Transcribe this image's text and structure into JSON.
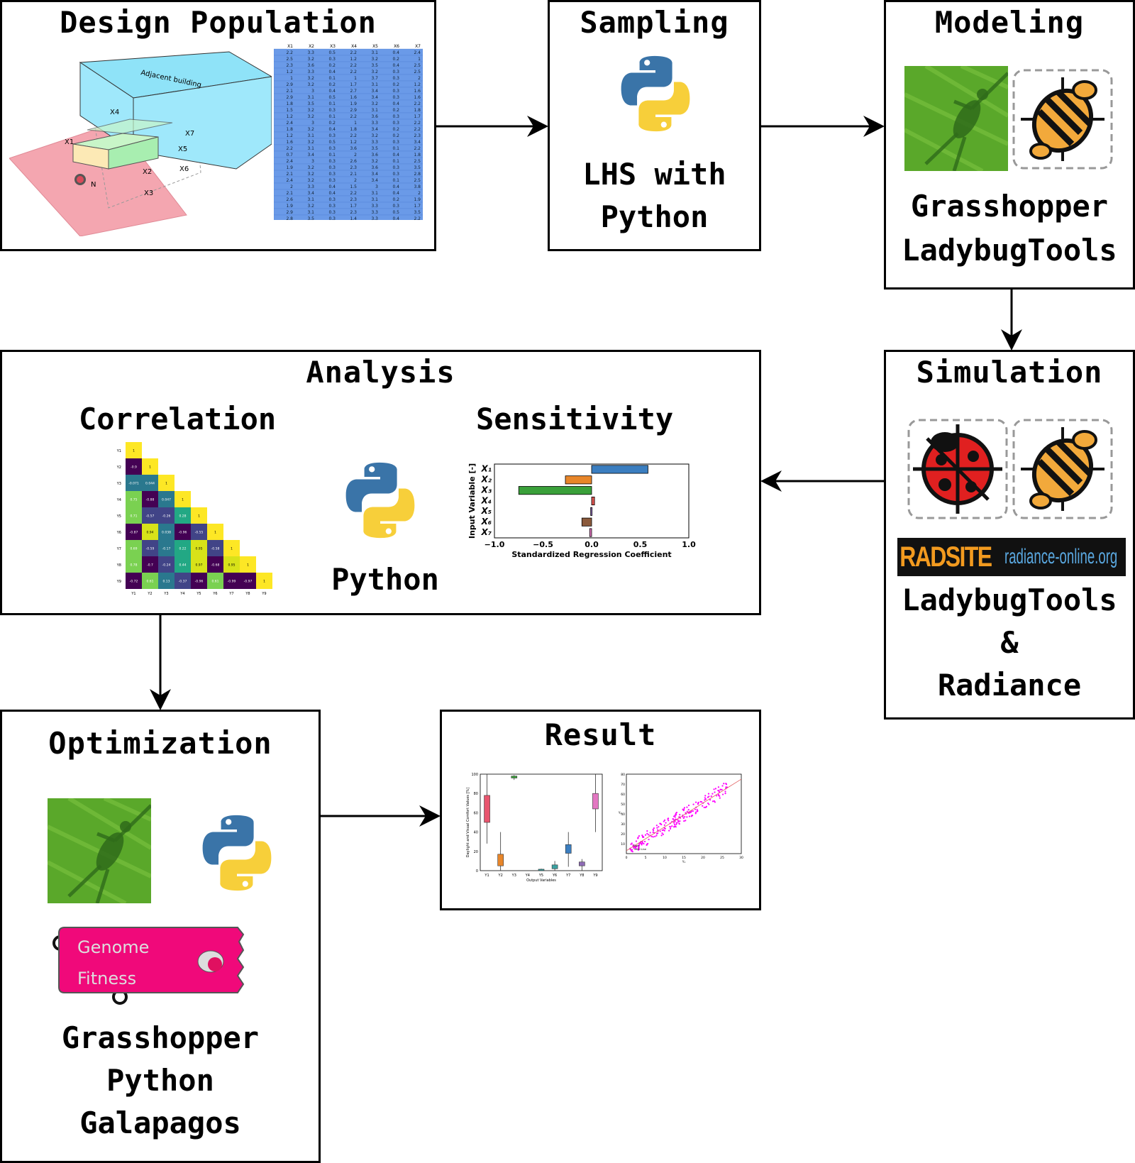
{
  "boxes": {
    "design": {
      "title": "Design Population",
      "building_label": "Adjacent building",
      "var_labels": [
        "X1",
        "X2",
        "X3",
        "X4",
        "X5",
        "X6",
        "X7"
      ],
      "north_label": "N"
    },
    "sampling": {
      "title": "Sampling",
      "line1": "LHS with",
      "line2": "Python"
    },
    "modeling": {
      "title": "Modeling",
      "line1": "Grasshopper",
      "line2": "LadybugTools"
    },
    "simulation": {
      "title": "Simulation",
      "radsite_left": "RADSITE",
      "radsite_right": "radiance-online.org",
      "line1": "LadybugTools",
      "line2": "&",
      "line3": "Radiance"
    },
    "analysis": {
      "title": "Analysis",
      "correlation_title": "Correlation",
      "sensitivity_title": "Sensitivity",
      "python_label": "Python"
    },
    "optimization": {
      "title": "Optimization",
      "genome_label": "Genome",
      "fitness_label": "Fitness",
      "line1": "Grasshopper",
      "line2": "Python",
      "line3": "Galapagos"
    },
    "result": {
      "title": "Result"
    }
  },
  "sample_table": {
    "headers": [
      "X1",
      "X2",
      "X3",
      "X4",
      "X5",
      "X6",
      "X7"
    ],
    "rows": [
      [
        "2.2",
        "3.3",
        "0.5",
        "2.2",
        "3.1",
        "0.4",
        "2.4"
      ],
      [
        "2.5",
        "3.2",
        "0.3",
        "1.2",
        "3.2",
        "0.2",
        "1"
      ],
      [
        "2.3",
        "3.6",
        "0.2",
        "2.2",
        "3.5",
        "0.4",
        "2.5"
      ],
      [
        "1.2",
        "3.3",
        "0.4",
        "2.2",
        "3.2",
        "0.3",
        "2.5"
      ],
      [
        "1",
        "3.2",
        "0.1",
        "1",
        "3.7",
        "0.3",
        "2"
      ],
      [
        "2.9",
        "3.2",
        "0.2",
        "1.7",
        "3.1",
        "0.2",
        "1.2"
      ],
      [
        "2.1",
        "3",
        "0.4",
        "2.7",
        "3.4",
        "0.3",
        "1.6"
      ],
      [
        "2.9",
        "3.1",
        "0.5",
        "1.6",
        "3.4",
        "0.3",
        "1.6"
      ],
      [
        "1.8",
        "3.5",
        "0.1",
        "1.9",
        "3.2",
        "0.4",
        "2.2"
      ],
      [
        "1.5",
        "3.2",
        "0.3",
        "2.9",
        "3.1",
        "0.2",
        "1.8"
      ],
      [
        "1.2",
        "3.2",
        "0.1",
        "2.2",
        "3.6",
        "0.3",
        "1.7"
      ],
      [
        "2.4",
        "3",
        "0.2",
        "1",
        "3.3",
        "0.3",
        "2.2"
      ],
      [
        "1.8",
        "3.2",
        "0.4",
        "1.8",
        "3.4",
        "0.2",
        "2.2"
      ],
      [
        "1.2",
        "3.1",
        "0.3",
        "2.2",
        "3.2",
        "0.2",
        "2.3"
      ],
      [
        "1.6",
        "3.2",
        "0.5",
        "1.2",
        "3.3",
        "0.3",
        "3.4"
      ],
      [
        "2.2",
        "3.1",
        "0.3",
        "3.6",
        "3.5",
        "0.1",
        "2.2"
      ],
      [
        "0.7",
        "3.4",
        "0.1",
        "2",
        "3.6",
        "0.4",
        "1.8"
      ],
      [
        "2.4",
        "3",
        "0.3",
        "2.6",
        "3.2",
        "0.1",
        "2.5"
      ],
      [
        "1.9",
        "3.2",
        "0.3",
        "2.3",
        "3.6",
        "0.3",
        "3.5"
      ],
      [
        "2.1",
        "3.2",
        "0.3",
        "2.1",
        "3.4",
        "0.3",
        "2.8"
      ],
      [
        "2.4",
        "3.2",
        "0.3",
        "2",
        "3.4",
        "0.1",
        "2.5"
      ],
      [
        "2",
        "3.3",
        "0.4",
        "1.5",
        "3",
        "0.4",
        "3.8"
      ],
      [
        "2.1",
        "3.4",
        "0.4",
        "2.2",
        "3.1",
        "0.4",
        "2"
      ],
      [
        "2.6",
        "3.1",
        "0.3",
        "2.3",
        "3.1",
        "0.2",
        "1.9"
      ],
      [
        "1.9",
        "3.2",
        "0.3",
        "1.7",
        "3.3",
        "0.3",
        "1.7"
      ],
      [
        "2.9",
        "3.1",
        "0.3",
        "2.3",
        "3.3",
        "0.5",
        "3.5"
      ],
      [
        "2.8",
        "3.5",
        "0.3",
        "1.4",
        "3.3",
        "0.4",
        "2.2"
      ]
    ]
  },
  "correlation_matrix": {
    "row_labels": [
      "Y1",
      "Y2",
      "Y3",
      "Y4",
      "Y5",
      "Y6",
      "Y7",
      "Y8",
      "Y9"
    ],
    "col_labels": [
      "Y1",
      "Y2",
      "Y3",
      "Y4",
      "Y5",
      "Y6",
      "Y7",
      "Y8",
      "Y9"
    ],
    "lower": [
      [
        "1"
      ],
      [
        "-0.9",
        "1"
      ],
      [
        "-0.071",
        "0.044",
        "1"
      ],
      [
        "0.75",
        "-0.88",
        "0.047",
        "1"
      ],
      [
        "0.71",
        "-0.57",
        "-0.26",
        "0.28",
        "1"
      ],
      [
        "-0.87",
        "0.94",
        "0.038",
        "-0.96",
        "-0.55",
        "1"
      ],
      [
        "0.69",
        "-0.59",
        "-0.17",
        "0.22",
        "0.95",
        "-0.58",
        "1"
      ],
      [
        "0.78",
        "-0.7",
        "-0.24",
        "0.44",
        "0.97",
        "-0.68",
        "0.95",
        "1"
      ],
      [
        "-0.72",
        "0.61",
        "0.13",
        "-0.37",
        "-0.96",
        "0.61",
        "-0.99",
        "-0.97",
        "1"
      ]
    ]
  },
  "chart_data": [
    {
      "type": "bar",
      "orientation": "horizontal",
      "categories": [
        "X1",
        "X2",
        "X3",
        "X4",
        "X5",
        "X6",
        "X7"
      ],
      "values": [
        0.58,
        -0.27,
        -0.75,
        0.03,
        -0.01,
        -0.1,
        -0.02
      ],
      "colors": [
        "#3b7ec0",
        "#e8862a",
        "#3aa03a",
        "#d9534f",
        "#8e6bb5",
        "#8b5a3c",
        "#e377c2"
      ],
      "xlabel": "Standardized Regression Coefficient",
      "ylabel": "Input Variable [-]",
      "xlim": [
        -1.0,
        1.0
      ],
      "xticks": [
        "−1.0",
        "−0.5",
        "0.0",
        "0.5",
        "1.0"
      ]
    },
    {
      "type": "box",
      "categories": [
        "Y1",
        "Y2",
        "Y3",
        "Y4",
        "Y5",
        "Y6",
        "Y7",
        "Y8",
        "Y9"
      ],
      "series": [
        {
          "stats": [
            28,
            50,
            62,
            78,
            100
          ],
          "color": "#e8556e"
        },
        {
          "stats": [
            0,
            5,
            9,
            17,
            40
          ],
          "color": "#e8862a"
        },
        {
          "stats": [
            94,
            96,
            97,
            98,
            99
          ],
          "color": "#3aa03a"
        },
        {
          "stats": [
            0,
            0.5,
            1,
            1.5,
            2
          ],
          "color": "#3aa0a0"
        },
        {
          "stats": [
            0,
            2,
            4,
            6,
            10
          ],
          "color": "#3aa0a0"
        },
        {
          "stats": [
            4,
            18,
            22,
            27,
            40
          ],
          "color": "#3b7ec0"
        },
        {
          "stats": [
            0,
            5,
            7,
            9,
            12
          ],
          "color": "#8e6bb5"
        },
        {
          "stats": [
            40,
            64,
            72,
            80,
            100
          ],
          "color": "#e377c2"
        }
      ],
      "xlabel": "Output Variables",
      "ylabel": "Daylight and Visual Comfort Values [%]",
      "ylim": [
        0,
        100
      ],
      "yticks": [
        "0",
        "20",
        "40",
        "60",
        "80",
        "100"
      ]
    },
    {
      "type": "scatter",
      "xlabel": "Y₁",
      "ylabel": "Y₂",
      "xlim": [
        0,
        30
      ],
      "ylim": [
        0,
        80
      ],
      "xticks": [
        "0",
        "5",
        "10",
        "15",
        "20",
        "25",
        "30"
      ],
      "yticks": [
        "10",
        "20",
        "30",
        "40",
        "50",
        "60",
        "70",
        "80"
      ],
      "fit": {
        "slope": 2.4,
        "intercept": 2.94
      },
      "legend": [
        "Data",
        "Trend Line"
      ],
      "color": "#ff00ff",
      "trend_color": "#e06060"
    }
  ]
}
